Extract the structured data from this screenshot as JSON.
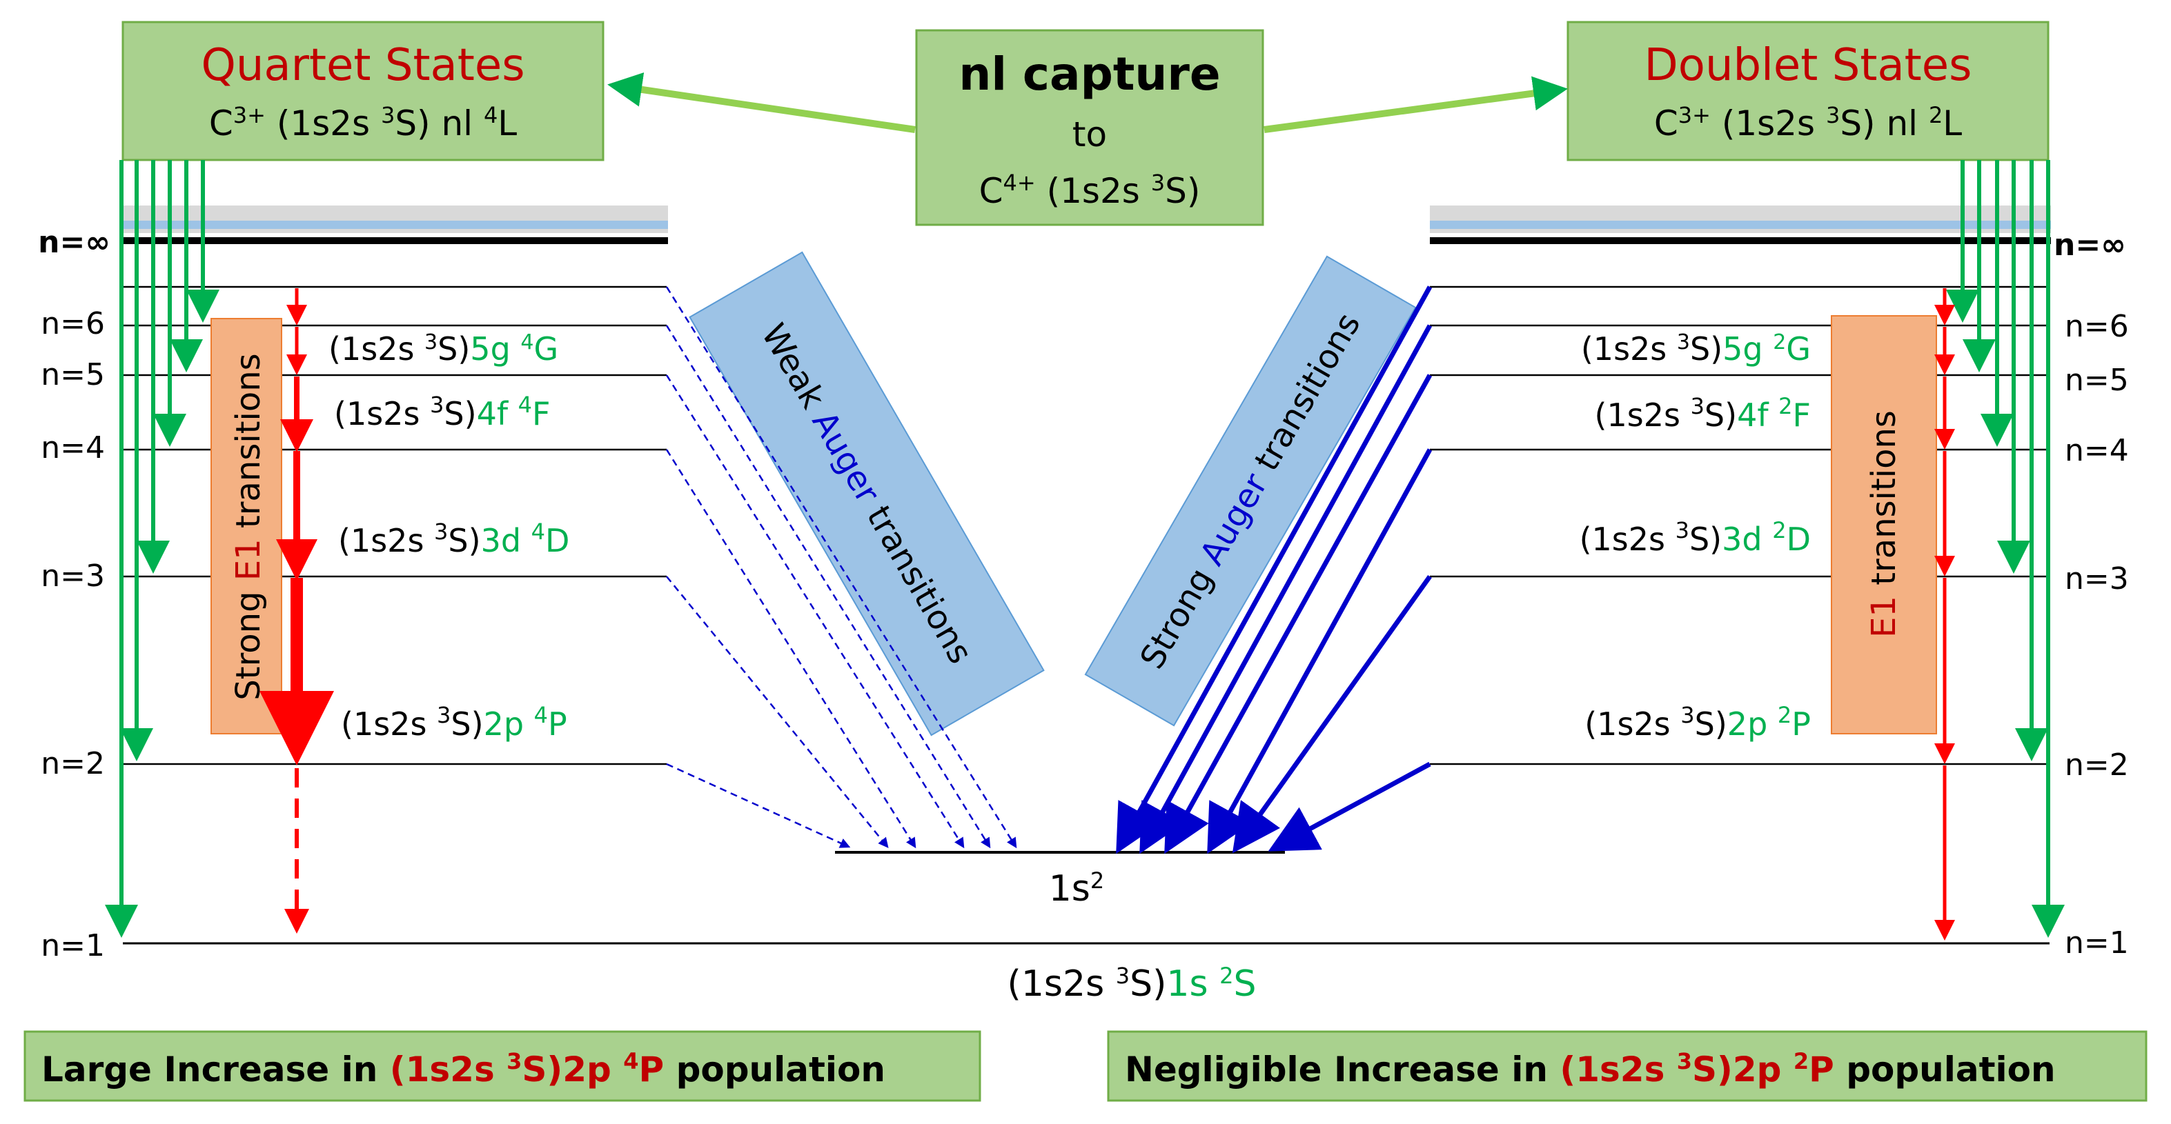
{
  "capture_box": {
    "line1": "nl capture",
    "line2": "to",
    "line3_pre": "C",
    "line3_sup": "4+",
    "line3_post": " (1s2s ",
    "line3_sup2": "3",
    "line3_end": "S)"
  },
  "quartet_box": {
    "title": "Quartet States",
    "config_pre": "C",
    "config_sup": "3+",
    "config_mid": " (1s2s ",
    "config_sup2": "3",
    "config_mid2": "S) nl ",
    "config_sup3": "4",
    "config_end": "L"
  },
  "doublet_box": {
    "title": "Doublet States",
    "config_pre": "C",
    "config_sup": "3+",
    "config_mid": " (1s2s ",
    "config_sup2": "3",
    "config_mid2": "S) nl ",
    "config_sup3": "2",
    "config_end": "L"
  },
  "left_levels": [
    "n=∞",
    "n=6",
    "n=5",
    "n=4",
    "n=3",
    "n=2",
    "n=1"
  ],
  "right_levels": [
    "n=∞",
    "n=6",
    "n=5",
    "n=4",
    "n=3",
    "n=2",
    "n=1"
  ],
  "quartet_states": [
    {
      "core": "(1s2s ",
      "sup": "3",
      "mid": "S)",
      "orb": "5g ",
      "sup2": "4",
      "term": "G"
    },
    {
      "core": "(1s2s ",
      "sup": "3",
      "mid": "S)",
      "orb": "4f ",
      "sup2": "4",
      "term": "F"
    },
    {
      "core": "(1s2s ",
      "sup": "3",
      "mid": "S)",
      "orb": "3d ",
      "sup2": "4",
      "term": "D"
    },
    {
      "core": "(1s2s ",
      "sup": "3",
      "mid": "S)",
      "orb": "2p ",
      "sup2": "4",
      "term": "P"
    }
  ],
  "doublet_states": [
    {
      "core": "(1s2s ",
      "sup": "3",
      "mid": "S)",
      "orb": "5g ",
      "sup2": "2",
      "term": "G"
    },
    {
      "core": "(1s2s ",
      "sup": "3",
      "mid": "S)",
      "orb": "4f ",
      "sup2": "2",
      "term": "F"
    },
    {
      "core": "(1s2s ",
      "sup": "3",
      "mid": "S)",
      "orb": "3d ",
      "sup2": "2",
      "term": "D"
    },
    {
      "core": "(1s2s ",
      "sup": "3",
      "mid": "S)",
      "orb": "2p ",
      "sup2": "2",
      "term": "P"
    }
  ],
  "ground_state": {
    "core": "(1s2s ",
    "sup": "3",
    "mid": "S)",
    "orb": "1s ",
    "sup2": "2",
    "term": "S"
  },
  "ls2_label": {
    "base": "1s",
    "sup": "2"
  },
  "e1_left": {
    "pre": "Strong ",
    "hl": "E1",
    "post": " transitions"
  },
  "e1_right": {
    "hl": "E1",
    "post": " transitions"
  },
  "weak_auger": {
    "pre": "Weak ",
    "hl": "Auger",
    "post": " transitions"
  },
  "strong_auger": {
    "pre": "Strong ",
    "hl": "Auger",
    "post": " transitions"
  },
  "bottom_left": {
    "pre": "Large Increase in ",
    "hl_core": "(1s2s ",
    "hl_sup": "3",
    "hl_mid": "S)2p ",
    "hl_sup2": "4",
    "hl_end": "P",
    "post": " population"
  },
  "bottom_right": {
    "pre": "Negligible Increase in ",
    "hl_core": "(1s2s ",
    "hl_sup": "3",
    "hl_mid": "S)2p ",
    "hl_sup2": "2",
    "hl_end": "P",
    "post": " population"
  },
  "colors": {
    "box_green": "#a9d18e",
    "box_border": "#70ad47",
    "arrow_green": "#00b050",
    "arrow_red": "#ff0000",
    "arrow_blue": "#0000cc",
    "e1_box": "#f4b183",
    "auger_box": "#9dc3e6",
    "label_red": "#c00000",
    "label_green": "#00b050"
  }
}
